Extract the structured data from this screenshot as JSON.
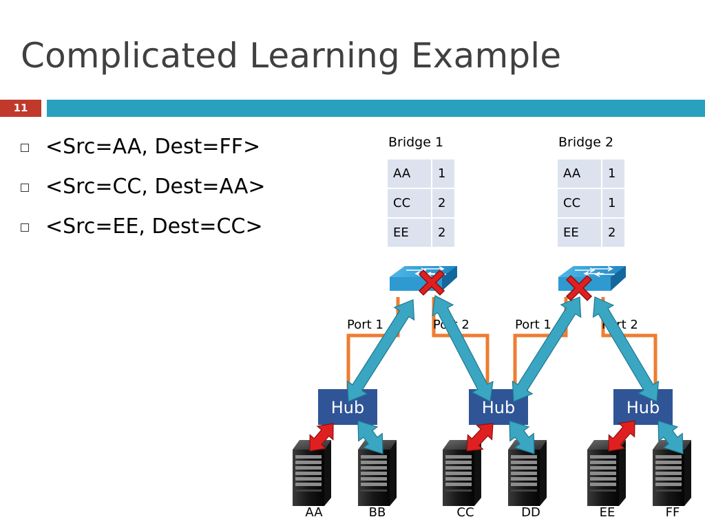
{
  "slide": {
    "title": "Complicated Learning Example",
    "number": "11",
    "bullets": [
      "<Src=AA, Dest=FF>",
      "<Src=CC, Dest=AA>",
      "<Src=EE, Dest=CC>"
    ]
  },
  "bridges": [
    {
      "label": "Bridge 1",
      "table": [
        {
          "addr": "AA",
          "port": "1"
        },
        {
          "addr": "CC",
          "port": "2"
        },
        {
          "addr": "EE",
          "port": "2"
        }
      ],
      "port1": "Port 1",
      "port2": "Port 2"
    },
    {
      "label": "Bridge 2",
      "table": [
        {
          "addr": "AA",
          "port": "1"
        },
        {
          "addr": "CC",
          "port": "1"
        },
        {
          "addr": "EE",
          "port": "2"
        }
      ],
      "port1": "Port 1",
      "port2": "Port 2"
    }
  ],
  "hubs": [
    "Hub",
    "Hub",
    "Hub"
  ],
  "hosts": [
    "AA",
    "BB",
    "CC",
    "DD",
    "EE",
    "FF"
  ],
  "colors": {
    "accent_bar": "#2aa0bf",
    "slide_number_bg": "#c0392b",
    "table_cell": "#dce3ef",
    "hub_fill": "#2f5597",
    "link_orange": "#ed7d31",
    "arrow_teal": "#3aa6c2",
    "arrow_red": "#e02020",
    "switch_blue": "#2e9ad0"
  },
  "icons": {
    "switch": "network-switch-icon",
    "server": "server-tower-icon",
    "blocked": "red-x-icon"
  }
}
